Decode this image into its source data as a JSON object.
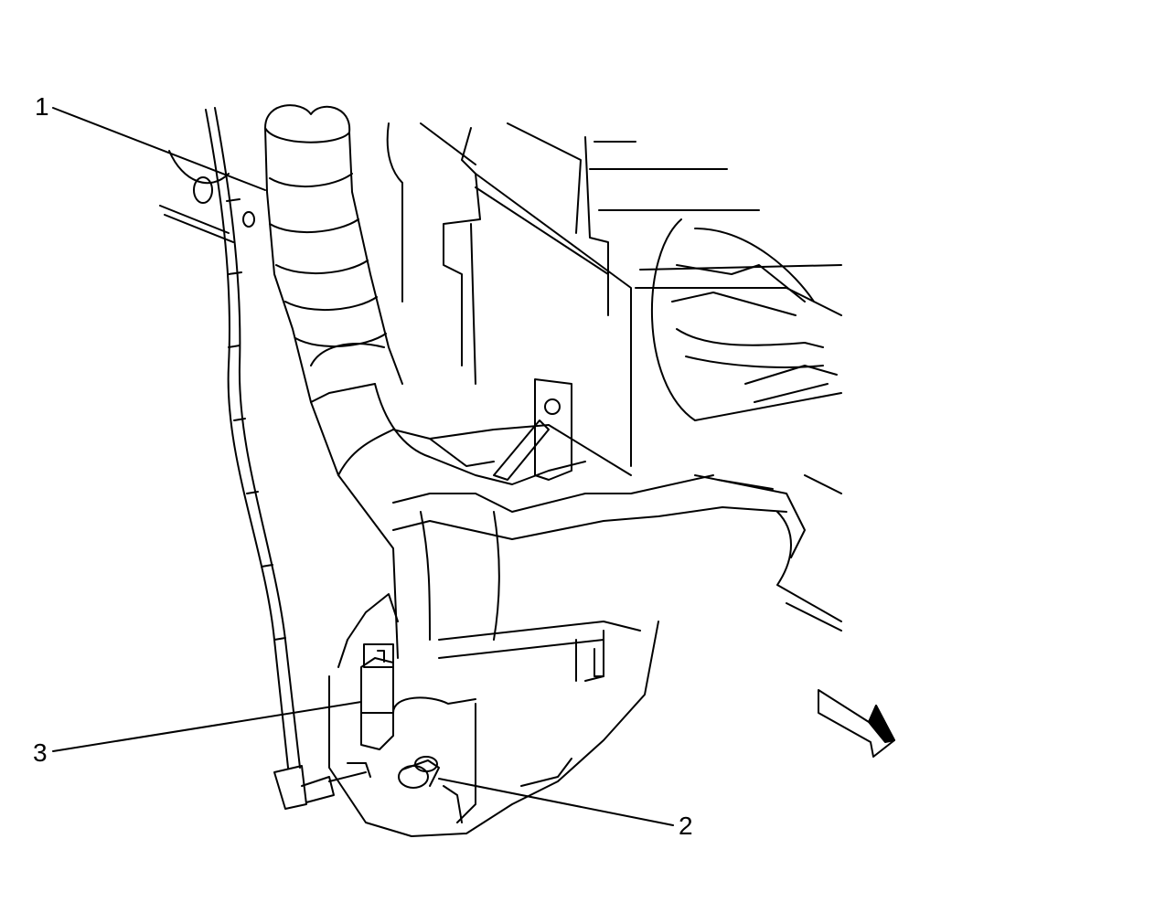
{
  "callouts": [
    {
      "id": "1",
      "text": "1"
    },
    {
      "id": "2",
      "text": "2"
    },
    {
      "id": "3",
      "text": "3"
    }
  ],
  "colors": {
    "line": "#000000",
    "background": "#ffffff"
  },
  "icons": [
    "direction-arrow-icon"
  ]
}
